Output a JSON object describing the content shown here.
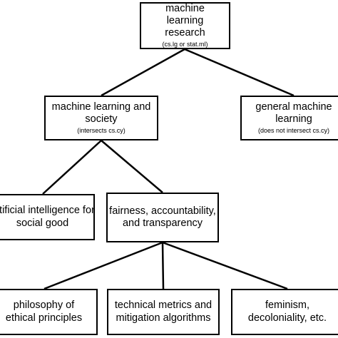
{
  "nodes": {
    "root": {
      "label": "machine learning research",
      "sublabel": "(cs.lg or stat.ml)"
    },
    "ml_society": {
      "label": "machine learning and society",
      "sublabel": "(intersects cs.cy)"
    },
    "general_ml": {
      "label": "general machine learning",
      "sublabel": "(does not intersect cs.cy)"
    },
    "ai_social_good": {
      "label": "artificial intelligence for social good"
    },
    "fat": {
      "label": "fairness, accountability, and transparency"
    },
    "philosophy": {
      "label": "philosophy of ethical principles"
    },
    "technical": {
      "label": "technical metrics and mitigation algorithms"
    },
    "feminism": {
      "label": "feminism, decoloniality, etc."
    }
  }
}
